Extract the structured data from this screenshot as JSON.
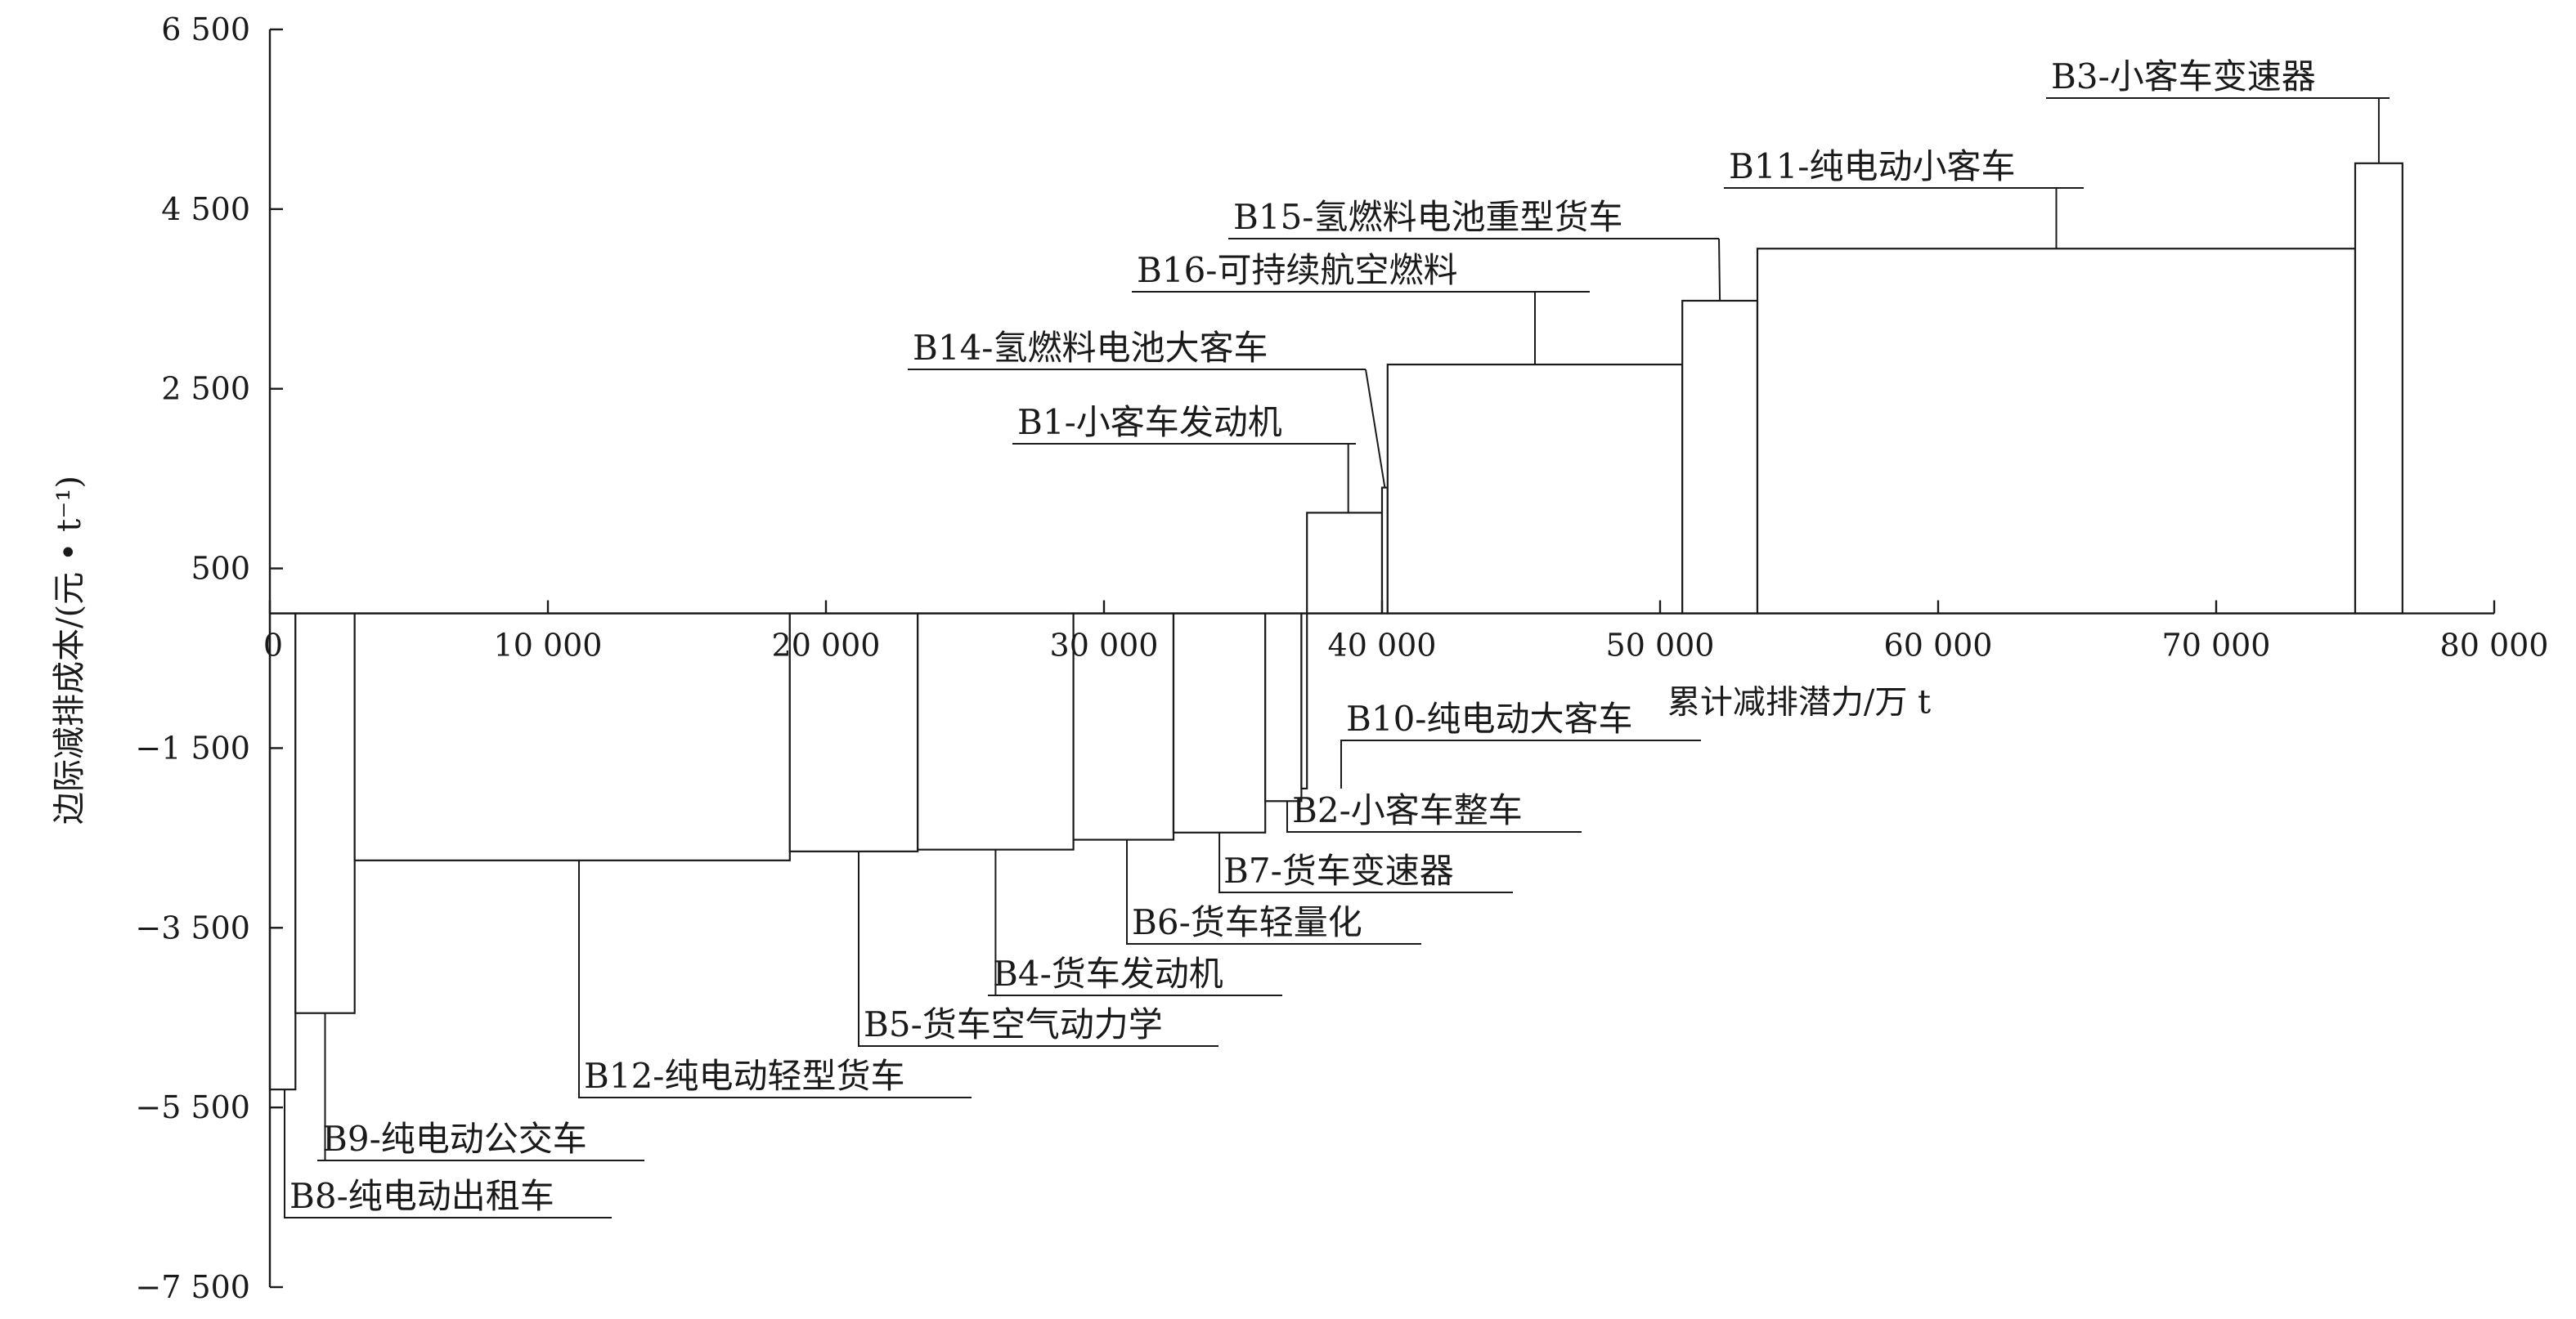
{
  "chart_data": {
    "type": "bar",
    "variant": "marginal-abatement-cost-curve",
    "xlabel": "累计减排潜力/万 t",
    "ylabel": "边际减排成本/(元 • t⁻¹)",
    "xlim": [
      0,
      80000
    ],
    "ylim": [
      -7500,
      6500
    ],
    "x_ticks": [
      {
        "value": 0,
        "label": "0"
      },
      {
        "value": 10000,
        "label": "10 000"
      },
      {
        "value": 20000,
        "label": "20 000"
      },
      {
        "value": 30000,
        "label": "30 000"
      },
      {
        "value": 40000,
        "label": "40 000"
      },
      {
        "value": 50000,
        "label": "50 000"
      },
      {
        "value": 60000,
        "label": "60 000"
      },
      {
        "value": 70000,
        "label": "70 000"
      },
      {
        "value": 80000,
        "label": "80 000"
      }
    ],
    "y_ticks": [
      {
        "value": 6500,
        "label": "6 500"
      },
      {
        "value": 4500,
        "label": "4 500"
      },
      {
        "value": 2500,
        "label": "2 500"
      },
      {
        "value": 500,
        "label": "500"
      },
      {
        "value": -1500,
        "label": "−1 500"
      },
      {
        "value": -3500,
        "label": "−3 500"
      },
      {
        "value": -5500,
        "label": "−5 500"
      },
      {
        "value": -7500,
        "label": "−7 500"
      }
    ],
    "grid": false,
    "legend": "none",
    "measures": [
      {
        "label": "B8-纯电动出租车",
        "x_start": 0,
        "x_end": 920,
        "cost": -5300
      },
      {
        "label": "B9-纯电动公交车",
        "x_start": 920,
        "x_end": 3050,
        "cost": -4450
      },
      {
        "label": "B12-纯电动轻型货车",
        "x_start": 3050,
        "x_end": 18700,
        "cost": -2750
      },
      {
        "label": "B5-货车空气动力学",
        "x_start": 18700,
        "x_end": 23300,
        "cost": -2650
      },
      {
        "label": "B4-货车发动机",
        "x_start": 23300,
        "x_end": 28900,
        "cost": -2630
      },
      {
        "label": "B6-货车轻量化",
        "x_start": 28900,
        "x_end": 32500,
        "cost": -2520
      },
      {
        "label": "B7-货车变速器",
        "x_start": 32500,
        "x_end": 35800,
        "cost": -2440
      },
      {
        "label": "B2-小客车整车",
        "x_start": 35800,
        "x_end": 37100,
        "cost": -2090
      },
      {
        "label": "B10-纯电动大客车",
        "x_start": 37100,
        "x_end": 37300,
        "cost": -1950
      },
      {
        "label": "B1-小客车发动机",
        "x_start": 37300,
        "x_end": 40000,
        "cost": 1120
      },
      {
        "label": "B14-氢燃料电池大客车",
        "x_start": 40000,
        "x_end": 40200,
        "cost": 1400
      },
      {
        "label": "B16-可持续航空燃料",
        "x_start": 40200,
        "x_end": 50800,
        "cost": 2770
      },
      {
        "label": "B15-氢燃料电池重型货车",
        "x_start": 50800,
        "x_end": 53500,
        "cost": 3480
      },
      {
        "label": "B11-纯电动小客车",
        "x_start": 53500,
        "x_end": 75000,
        "cost": 4060
      },
      {
        "label": "B3-小客车变速器",
        "x_start": 75000,
        "x_end": 76700,
        "cost": 5010
      }
    ]
  }
}
